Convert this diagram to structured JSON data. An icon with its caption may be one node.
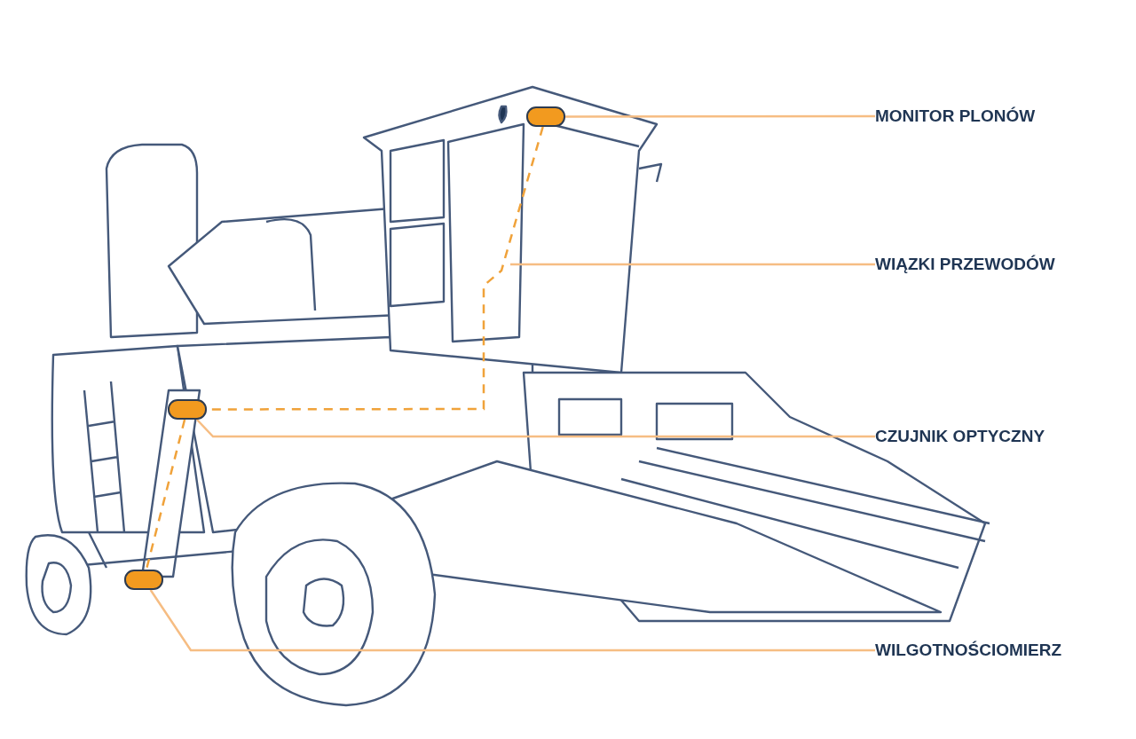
{
  "diagram": {
    "nodes": [
      {
        "text": [
          "MONITOR PLONÓW"
        ]
      },
      {
        "text": [
          "WIĄZKI PRZEWODÓW"
        ]
      },
      {
        "text": [
          "CZUJNIK OPTYCZNY"
        ]
      },
      {
        "text": [
          "WILGOTNOŚCIOMIERZ"
        ]
      },
      {
        "text": [],
        "shape": "box"
      },
      {
        "text": [],
        "shape": "box"
      },
      {
        "text": [],
        "shape": "box"
      }
    ],
    "edges": [
      {
        "from": 0,
        "to": 4,
        "arrow": "none"
      },
      {
        "from": 1,
        "to": null,
        "arrow": "none"
      },
      {
        "from": 2,
        "to": 5,
        "arrow": "none"
      },
      {
        "from": 3,
        "to": 6,
        "arrow": "none"
      },
      {
        "from": 4,
        "to": 5,
        "arrow": "none",
        "style": "dashed",
        "color": "#f0a23a"
      },
      {
        "from": 5,
        "to": 6,
        "arrow": "none",
        "style": "dashed",
        "color": "#f0a23a"
      }
    ]
  }
}
